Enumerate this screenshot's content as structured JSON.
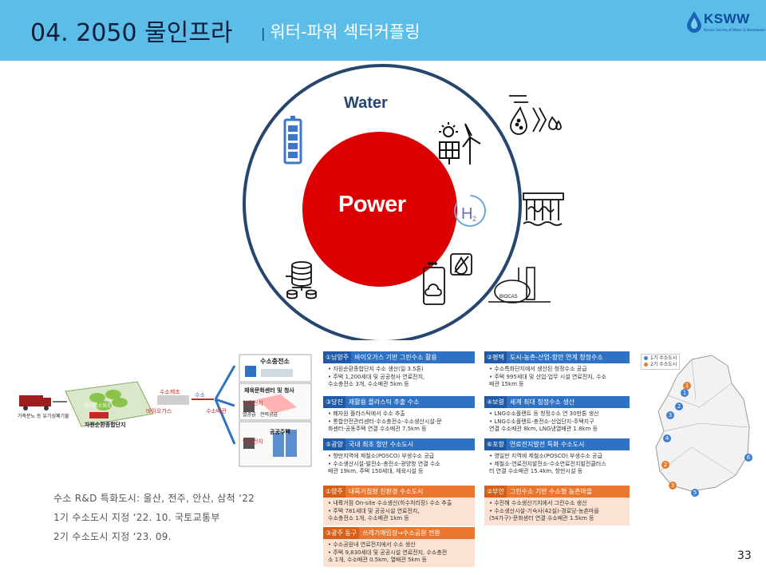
{
  "header": {
    "title": "04. 2050 물인프라",
    "subtitle": "워터-파워 섹터커플링",
    "logo": "KSWW",
    "logo_sub": "Korean Society of Water & Wastewater"
  },
  "diagram": {
    "water_label": "Water",
    "power_label": "Power",
    "biogas_label": "BIOCAS",
    "h2_label": "H2"
  },
  "flow": {
    "station": "수소충전소",
    "input_label": "가축분뇨 등\n유기성폐기물",
    "plant": "자원순환종합단지",
    "tank_label": "혐기성소화조",
    "biogas": "바이오가스",
    "refine": "수소제조",
    "h2": "수소",
    "pipe": "수소배관",
    "culture": "체육문화센터 및 청사",
    "fuelcell": "연료전지",
    "heat": "열공급",
    "power": "전력공급",
    "housing": "공공주택",
    "fuelcell2": "연료전지"
  },
  "notes": [
    "수소 R&D 특화도시: 울산, 전주, 안산, 삼척 ‘22",
    "1기 수소도시 지정 ‘22. 10. 국토교통부",
    "2기 수소도시 지정 ‘23. 09."
  ],
  "cards": [
    {
      "num": "①남양주",
      "name": "바이오가스 기반 그린수소 활용",
      "color": "blue",
      "lines": [
        "• 자원순환종합단지 수소 생산(일 3.5톤)",
        "• 주택 1,200세대 및 공공청사 연료전지,",
        "  수소충전소 3개, 수소배관 5km 등"
      ]
    },
    {
      "num": "②평택",
      "name": "도시-농촌-산업-항만 연계 청정수소",
      "color": "blue",
      "lines": [
        "• 수소특화단지에서 생산된 청정수소 공급",
        "• 주택 995세대 및 산업·업무 시설 연료전지, 수소",
        "  배관 15km 등"
      ]
    },
    {
      "num": "③당진",
      "name": "재활용 플라스틱 추출 수소",
      "color": "blue",
      "lines": [
        "• 폐자원 플라스틱에서 수소 추출",
        "• 통합안전관리센터-수소충전소-수소생산시설-문",
        "  화센터-공동주택 연결 수소배관 7.5km 등"
      ]
    },
    {
      "num": "④보령",
      "name": "세계 최대 청정수소 생산",
      "color": "blue",
      "lines": [
        "• LNG수소플랜트 등 청정수소 연 30만톤 생산",
        "• LNG수소플랜트-충전소-산업단지-주택지구",
        "  연결 수소배관 8km, LNG냉열배관 1.8km 등"
      ]
    },
    {
      "num": "⑤광양",
      "name": "국내 최초 항만 수소도시",
      "color": "blue",
      "lines": [
        "• 항만지역에 제철소(POSCO) 부생수소 공급",
        "• 수소생산시설-발전소-충전소-광양항 연결 수소",
        "  배관 19km, 주택 150세대, 체육시설 등"
      ]
    },
    {
      "num": "⑥포항",
      "name": "연료전지발전 특화 수소도시",
      "color": "blue",
      "lines": [
        "• 영일만 지역에 제철소(POSCO) 부생수소 공급",
        "• 제철소-연료전지발전소-수소연료전지발전클러스",
        "  터 연결 수소배관 15.4km, 항만시설 등"
      ]
    },
    {
      "num": "①양주",
      "name": "내륙거점형 친환경 수소도시",
      "color": "orange",
      "lines": [
        "• 내륙거점 On-site 수소생산(하수처리장) 수소 추출",
        "• 주택 781세대 및 공공시설 연료전지,",
        "  수소충전소 1개, 수소배관 1km 등"
      ]
    },
    {
      "num": "②부안",
      "name": "그린수소 기반 수소형 농촌마을",
      "color": "orange",
      "lines": [
        "• 수전해 수소생산기지에서 그린수소 생산",
        "• 수소생산시설-기숙사(42실)-경로당-농촌마을",
        "  (54가구)-문화센터 연결 수소배관 1.5km 등"
      ]
    },
    {
      "num": "③광주 동구",
      "name": "쓰레기매립장→수소공원 전환",
      "color": "orange",
      "lines": [
        "• 수소공원내 연료전지에서 수소 생산",
        "• 주택 9,830세대 및 공공시설 연료전지, 수소충전",
        "  소 1개, 수소배관 0.5km, 열배관 5km 등"
      ]
    }
  ],
  "map": {
    "legend": [
      "1기 수소도시",
      "2기 수소도시"
    ],
    "blue": "#3f7fcf",
    "orange": "#e47a2e",
    "markers_blue": [
      "1",
      "2",
      "3",
      "4",
      "5",
      "6"
    ],
    "markers_orange": [
      "1",
      "2",
      "3"
    ]
  },
  "page_number": "33",
  "colors": {
    "header": "#5cbde9",
    "power": "#dd0000",
    "ring": "#27466f"
  }
}
